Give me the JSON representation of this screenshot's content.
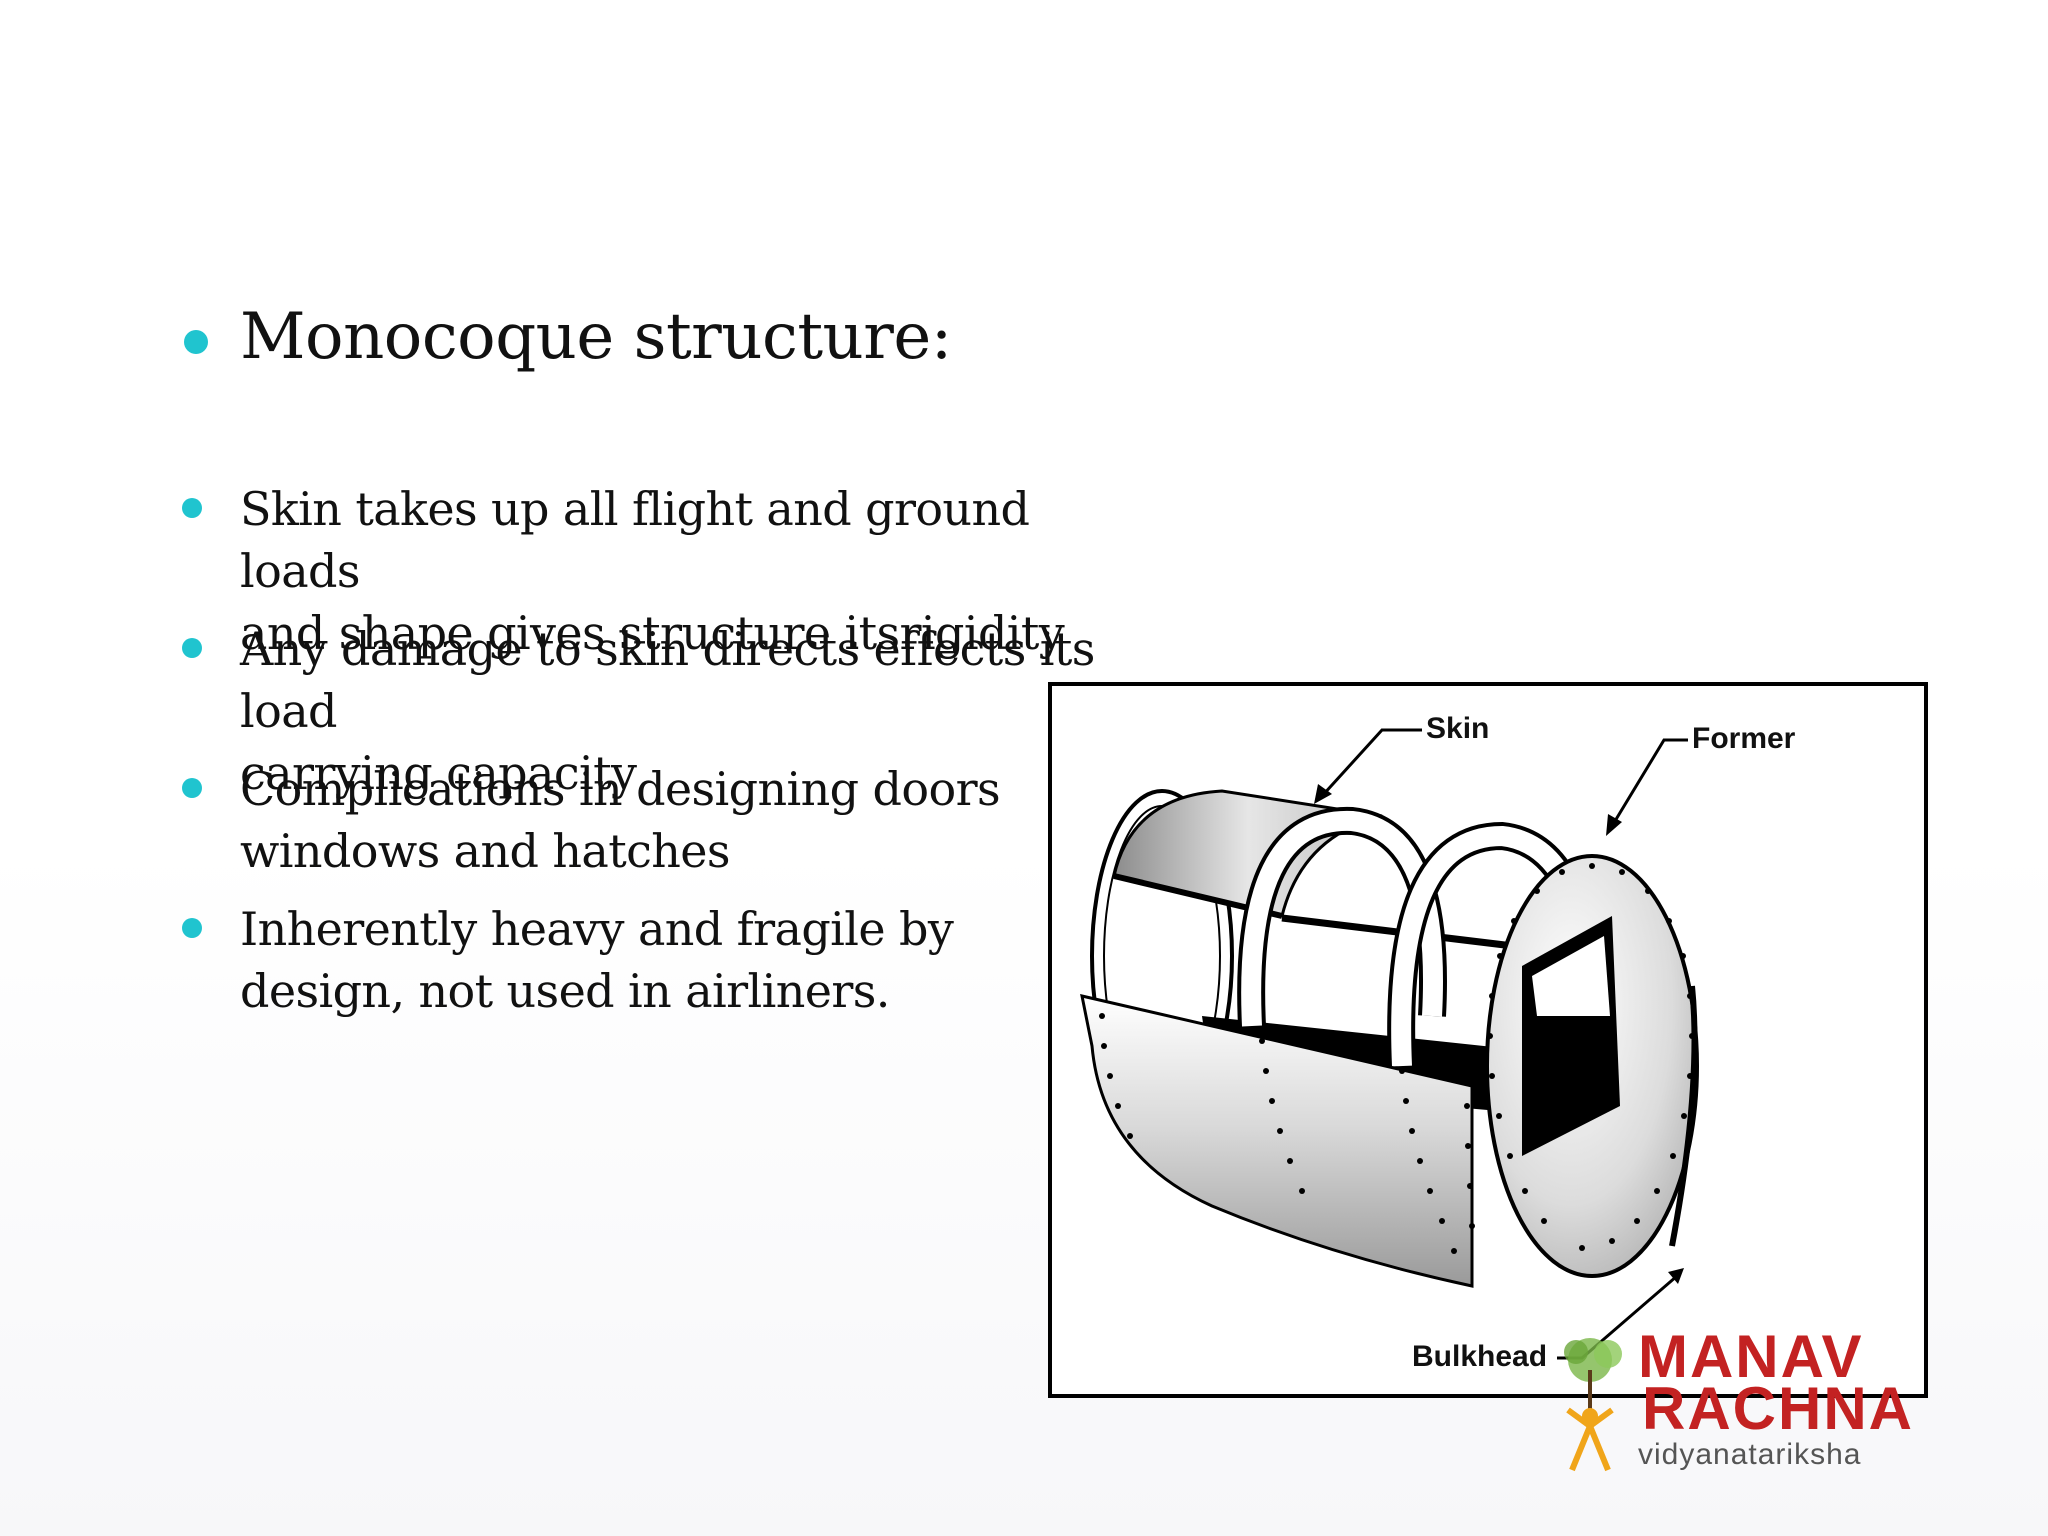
{
  "slide": {
    "title": "Monocoque structure:",
    "bullets": [
      {
        "line1": "Skin takes up all flight and ground loads",
        "line2": "and shape  gives structure itsrigidity"
      },
      {
        "line1": "Any damage to skin directs effects its load",
        "line2": "carrying  capacity"
      },
      {
        "line1": "Complications in designing doors",
        "line2": "windows and   hatches"
      },
      {
        "line1": "Inherently heavy and fragile by",
        "line2": "design, not used in  airliners."
      }
    ],
    "bullet_color": "#20c4cf"
  },
  "figure": {
    "labels": {
      "skin": "Skin",
      "former": "Former",
      "bulkhead": "Bulkhead"
    }
  },
  "logo": {
    "line1": "MANAV",
    "line2": "RACHNA",
    "tagline": "vidyanatariksha",
    "color": "#c32222"
  }
}
